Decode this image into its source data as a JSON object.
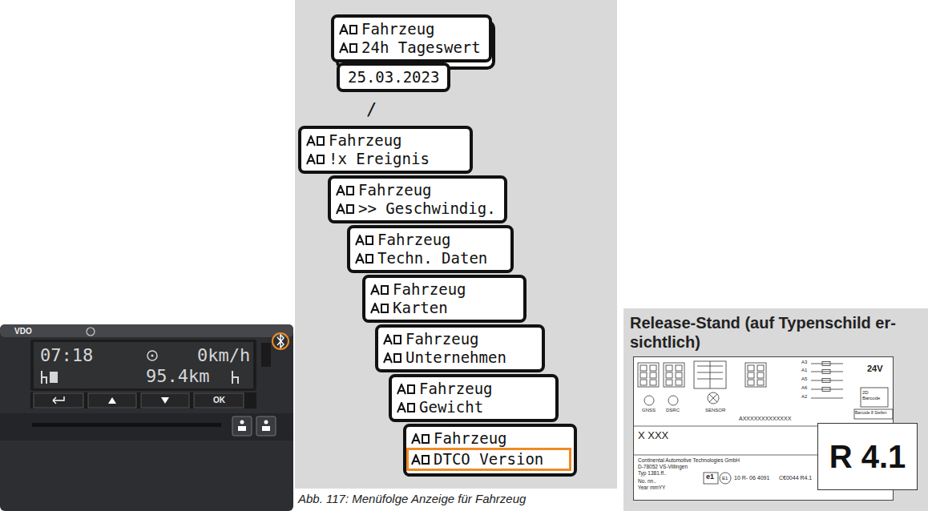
{
  "diagram": {
    "caption": "Abb. 117: Menüfolge Anzeige für Fahrzeug",
    "nodes": [
      {
        "text": [
          "Fahrzeug",
          "24h Tageswert"
        ]
      },
      {
        "text": [
          "25.03.2023"
        ]
      },
      {
        "text": [
          "Fahrzeug",
          "!x Ereignis"
        ]
      },
      {
        "text": [
          "Fahrzeug",
          ">> Geschwindig."
        ]
      },
      {
        "text": [
          "Fahrzeug",
          "Techn. Daten"
        ]
      },
      {
        "text": [
          "Fahrzeug",
          "Karten"
        ]
      },
      {
        "text": [
          "Fahrzeug",
          "Unternehmen"
        ]
      },
      {
        "text": [
          "Fahrzeug",
          "Gewicht"
        ]
      },
      {
        "text": [
          "Fahrzeug",
          "DTCO Version"
        ]
      },
      {
        "text": [
          "Release-Stand (auf Typenschild er-sichtlich)"
        ]
      },
      {
        "text": [
          "R 4.1"
        ],
        "in": 9
      }
    ],
    "labels": [
      "/",
      "VDO",
      "07:18",
      "0km/h",
      "95.4km",
      "OK",
      "24V",
      "A3",
      "A1",
      "A5",
      "A6",
      "A2",
      "GNSS",
      "DSRC",
      "SENSOR",
      "2D Barcode",
      "Barcode 8 Stellen",
      "AXXXXXXXXXXXXX",
      "X XXX",
      "Continental Automotive Technologies GmbH",
      "D-78052 VS-Villingen",
      "Typ 1381.ff..",
      "No. nn..",
      "Year mmYY",
      "e1",
      "E1",
      "10 R- 06 4091",
      "C€0044 R4.1"
    ]
  }
}
